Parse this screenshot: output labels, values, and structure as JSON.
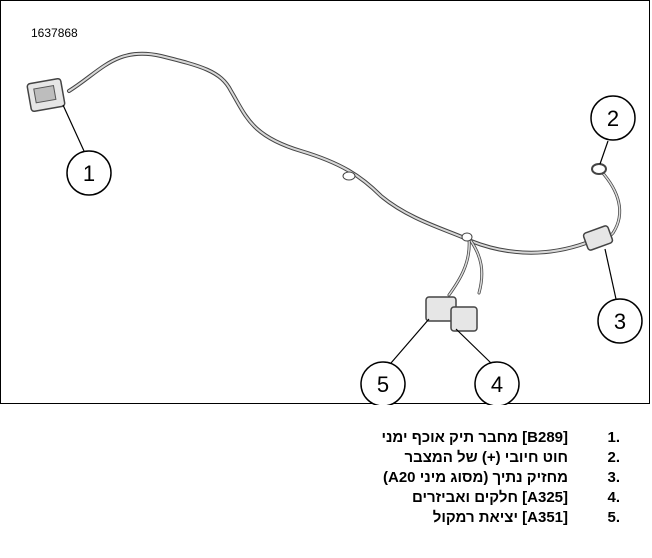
{
  "figure_id": "1637868",
  "callouts": [
    {
      "number": "1"
    },
    {
      "number": "2"
    },
    {
      "number": "3"
    },
    {
      "number": "4"
    },
    {
      "number": "5"
    }
  ],
  "legend": [
    {
      "number": "1.",
      "text": "[B289] מחבר תיק אוכף ימני"
    },
    {
      "number": "2.",
      "text": "חוט חיובי (+) של המצבר"
    },
    {
      "number": "3.",
      "text": "מחזיק נתיך (מסוג מיני A20)"
    },
    {
      "number": "4.",
      "text": "[A325] חלקים ואביזרים"
    },
    {
      "number": "5.",
      "text": "[A351] יציאת רמקול"
    }
  ]
}
